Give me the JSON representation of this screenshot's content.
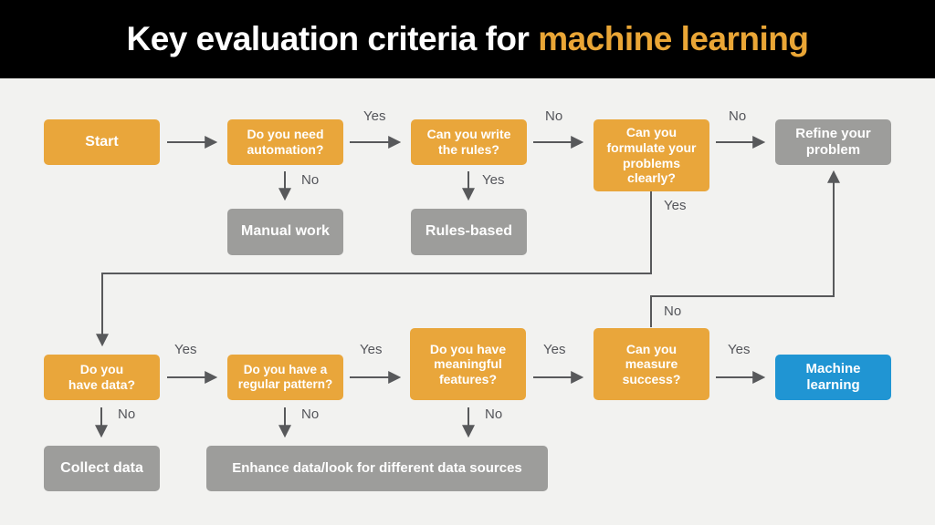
{
  "header": {
    "title_white": "Key evaluation criteria for ",
    "title_accent": "machine learning"
  },
  "colors": {
    "background": "#f2f2f0",
    "header_bg": "#000000",
    "accent_orange": "#EAA636",
    "decision_box": "#E9A63B",
    "terminal_box": "#9D9D9B",
    "success_box": "#2095D3",
    "connector_gray": "#58595B",
    "edge_label_gray": "#54555A"
  },
  "nodes": {
    "start": {
      "label": "Start"
    },
    "automation": {
      "label": "Do you need\nautomation?"
    },
    "write_rules": {
      "label": "Can you write\nthe rules?"
    },
    "formulate": {
      "label": "Can you\nformulate your\nproblems clearly?"
    },
    "refine": {
      "label": "Refine your\nproblem"
    },
    "manual_work": {
      "label": "Manual work"
    },
    "rules_based": {
      "label": "Rules-based"
    },
    "have_data": {
      "label": "Do you\nhave data?"
    },
    "pattern": {
      "label": "Do you have a\nregular pattern?"
    },
    "features": {
      "label": "Do you have\nmeaningful\nfeatures?"
    },
    "measure": {
      "label": "Can you\nmeasure\nsuccess?"
    },
    "machine_learning": {
      "label": "Machine\nlearning"
    },
    "collect_data": {
      "label": "Collect data"
    },
    "enhance_data": {
      "label": "Enhance data/look for different data sources"
    }
  },
  "edges": {
    "start_to_automation": {
      "label": ""
    },
    "automation_yes": {
      "label": "Yes",
      "from": "automation",
      "to": "write_rules"
    },
    "automation_no": {
      "label": "No",
      "from": "automation",
      "to": "manual_work"
    },
    "rules_no": {
      "label": "No",
      "from": "write_rules",
      "to": "formulate"
    },
    "rules_yes": {
      "label": "Yes",
      "from": "write_rules",
      "to": "rules_based"
    },
    "formulate_no": {
      "label": "No",
      "from": "formulate",
      "to": "refine"
    },
    "formulate_yes": {
      "label": "Yes",
      "from": "formulate",
      "to": "have_data"
    },
    "data_yes": {
      "label": "Yes",
      "from": "have_data",
      "to": "pattern"
    },
    "data_no": {
      "label": "No",
      "from": "have_data",
      "to": "collect_data"
    },
    "pattern_yes": {
      "label": "Yes",
      "from": "pattern",
      "to": "features"
    },
    "pattern_no": {
      "label": "No",
      "from": "pattern",
      "to": "enhance_data"
    },
    "features_yes": {
      "label": "Yes",
      "from": "features",
      "to": "measure"
    },
    "features_no": {
      "label": "No",
      "from": "features",
      "to": "enhance_data"
    },
    "measure_yes": {
      "label": "Yes",
      "from": "measure",
      "to": "machine_learning"
    },
    "measure_no": {
      "label": "No",
      "from": "measure",
      "to": "refine"
    }
  }
}
